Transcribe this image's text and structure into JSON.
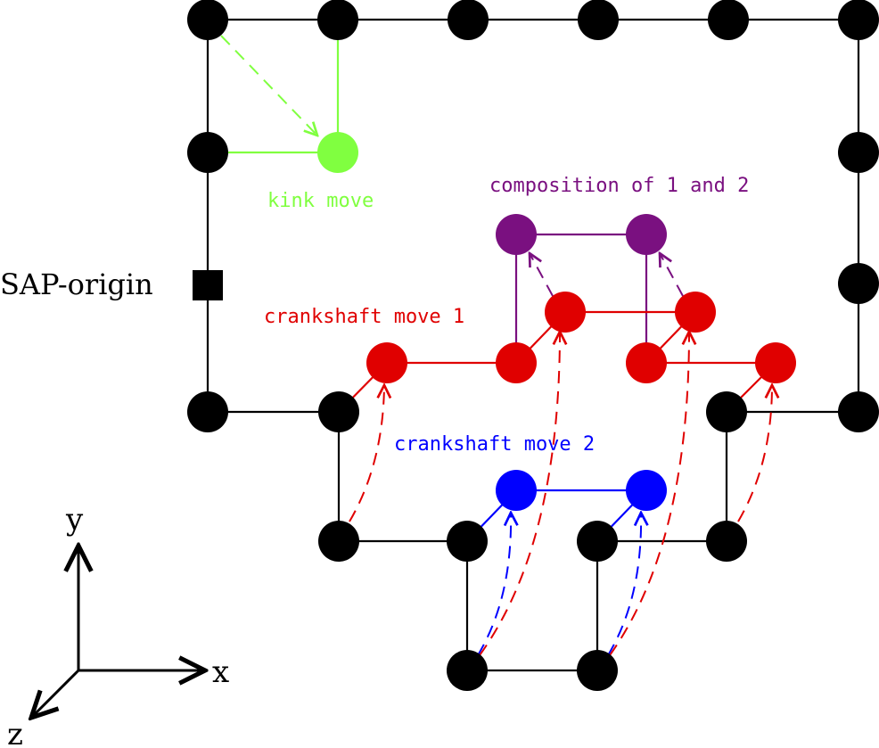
{
  "labels": {
    "origin": "SAP-origin",
    "kink": "kink move",
    "composition": "composition of 1 and 2",
    "crank1": "crankshaft move 1",
    "crank2": "crankshaft move 2",
    "axis_x": "x",
    "axis_y": "y",
    "axis_z": "z"
  },
  "colors": {
    "chain": "#000000",
    "kink": "#80ff40",
    "composition": "#7a1080",
    "crank1": "#e00000",
    "crank2": "#0000ff"
  }
}
